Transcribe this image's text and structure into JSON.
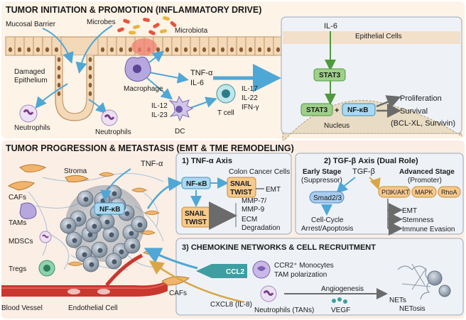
{
  "section1": {
    "title": "TUMOR INITIATION & PROMOTION (INFLAMMATORY DRIVE)",
    "labels": {
      "mucosal_barrier": "Mucosal Barrier",
      "microbes": "Microbes",
      "microbiota": "Microbiota",
      "damaged_epithelium_1": "Damaged",
      "damaged_epithelium_2": "Epithelium",
      "macrophage": "Macrophage",
      "neutrophils_left": "Neutrophils",
      "neutrophils_mid": "Neutrophils",
      "tnf": "TNF-α",
      "il6_left": "IL-6",
      "il12": "IL-12",
      "il23": "IL-23",
      "dc": "DC",
      "il17": "IL-17",
      "il22": "IL-22",
      "ifng": "IFN-γ",
      "tcell": "T cell"
    },
    "epithelial_panel": {
      "title": "Epithelial Cells",
      "il6": "IL-6",
      "stat3_top": "STAT3",
      "stat3_nuc": "STAT3",
      "plus": "+",
      "nfkb": "NF-κB",
      "nucleus": "Nucleus",
      "proliferation": "Proliferation",
      "survival": "Survival",
      "bcl": "(BCL-XL, Survivin)"
    }
  },
  "section2": {
    "title": "TUMOR PROGRESSION & METASTASIS (EMT & TME REMODELING)",
    "labels": {
      "stroma": "Stroma",
      "tnf": "TNF-α",
      "cafs": "CAFs",
      "tams": "TAMs",
      "mdscs": "MDSCs",
      "tregs": "Tregs",
      "nfkb_tumor": "NF-κB",
      "blood_vessel": "Blood Vessel",
      "endothelial": "Endothelial Cell"
    },
    "tnf_axis": {
      "title": "1) TNF-α Axis",
      "colon": "Colon Cancer Cells",
      "nfkb": "NF-κB",
      "snail1": "SNAIL",
      "twist1": "TWIST",
      "emt": "EMT",
      "snail2": "SNAIL",
      "twist2": "TWIST",
      "mmp7": "MMP-7/",
      "mmp9": "MMP-9",
      "ecm1": "ECM",
      "ecm2": "Degradation"
    },
    "tgf_axis": {
      "title": "2) TGF-β Axis (Dual Role)",
      "early": "Early Stage",
      "suppressor": "(Suppressor)",
      "tgfb": "TGF-β",
      "advanced": "Advanced Stage",
      "promoter": "(Promoter)",
      "smad": "Smad2/3",
      "pi3k": "PI3K/AKT",
      "mapk": "MAPK",
      "rhoa": "RhoA",
      "cellcycle1": "Cell-Cycle",
      "cellcycle2": "Arrest/Apoptosis",
      "emt": "EMT",
      "stemness": "Stemness",
      "immune": "Immune Evasion"
    },
    "chemokine": {
      "title": "3) CHEMOKINE NETWORKS & CELL RECRUITMENT",
      "cafs": "CAFs",
      "ccl2": "CCL2",
      "ccr2": "CCR2⁺ Monocytes",
      "tam_pol": "TAM polarization",
      "cxcl8": "CXCL8 (IL-8)",
      "neutrophils": "Neutrophils (TANs)",
      "angiogenesis": "Angiogenesis",
      "vegf": "VEGF",
      "nets": "NETs",
      "netosis": "NETosis"
    }
  },
  "colors": {
    "section_bg_top": "#fdf3e7",
    "section_bg_bottom": "#fbeee4",
    "panel_bg": "#eef2f7",
    "panel_border": "#9aa8b8",
    "arrow_blue": "#4fa7d6",
    "green_box": "#9fd08a",
    "nfkb_box": "#a9d9f2",
    "orange_box": "#f7c98a",
    "smad_box": "#a9cdf0",
    "ccl2_box": "#3f9ea1"
  }
}
